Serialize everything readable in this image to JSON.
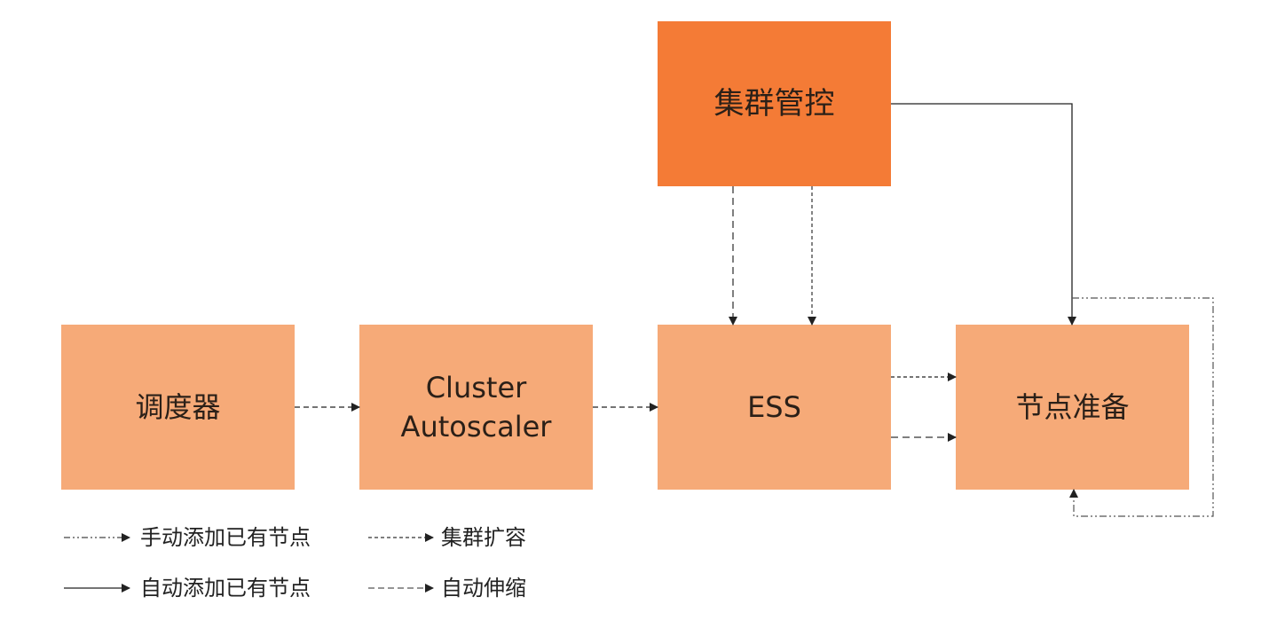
{
  "nodes": {
    "scheduler": {
      "label": "调度器"
    },
    "autoscaler": {
      "line1": "Cluster",
      "line2": "Autoscaler"
    },
    "ess": {
      "label": "ESS"
    },
    "node_prep": {
      "label": "节点准备"
    },
    "cluster_ctrl": {
      "label": "集群管控"
    }
  },
  "edges": [
    {
      "from": "调度器",
      "to": "Cluster Autoscaler",
      "style": "自动伸缩"
    },
    {
      "from": "Cluster Autoscaler",
      "to": "ESS",
      "style": "自动伸缩"
    },
    {
      "from": "集群管控",
      "to": "ESS",
      "style": "自动伸缩"
    },
    {
      "from": "集群管控",
      "to": "ESS",
      "style": "集群扩容"
    },
    {
      "from": "ESS",
      "to": "节点准备",
      "style": "集群扩容"
    },
    {
      "from": "ESS",
      "to": "节点准备",
      "style": "自动伸缩"
    },
    {
      "from": "集群管控",
      "to": "节点准备",
      "style": "自动添加已有节点"
    },
    {
      "from": "节点准备",
      "to": "节点准备",
      "style": "手动添加已有节点"
    }
  ],
  "legend": {
    "manual_add": "手动添加已有节点",
    "cluster_expand": "集群扩容",
    "auto_add": "自动添加已有节点",
    "auto_scale": "自动伸缩"
  },
  "colors": {
    "box_light": "#f6aa78",
    "box_dark": "#f47b36",
    "line": "#222222"
  }
}
